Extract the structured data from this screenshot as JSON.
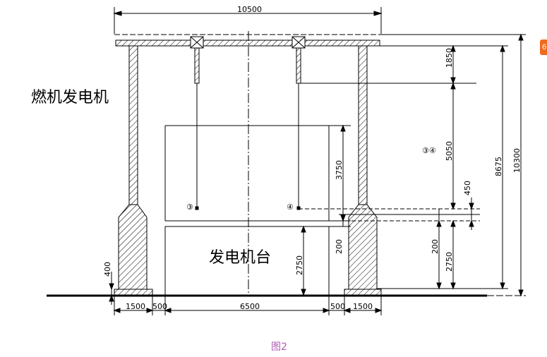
{
  "drawing": {
    "title_left": "燃机发电机",
    "title_center": "发电机台",
    "caption": "图2",
    "markers": [
      "③",
      "④",
      "③④"
    ]
  },
  "dimensions": {
    "overall_width": "10500",
    "top_clearance": "1850",
    "middle_height": "5050",
    "crane_height": "3750",
    "small_gap": "450",
    "slab_thickness": "200",
    "slab_thickness_right": "200",
    "pedestal_height": "2750",
    "pedestal_height_right": "2750",
    "rail_height": "8675",
    "total_height": "10300",
    "foundation_left": "400",
    "bottom_segments": [
      "1500",
      "500",
      "6500",
      "500",
      "1500"
    ]
  },
  "side_widget": {
    "label": "6"
  }
}
